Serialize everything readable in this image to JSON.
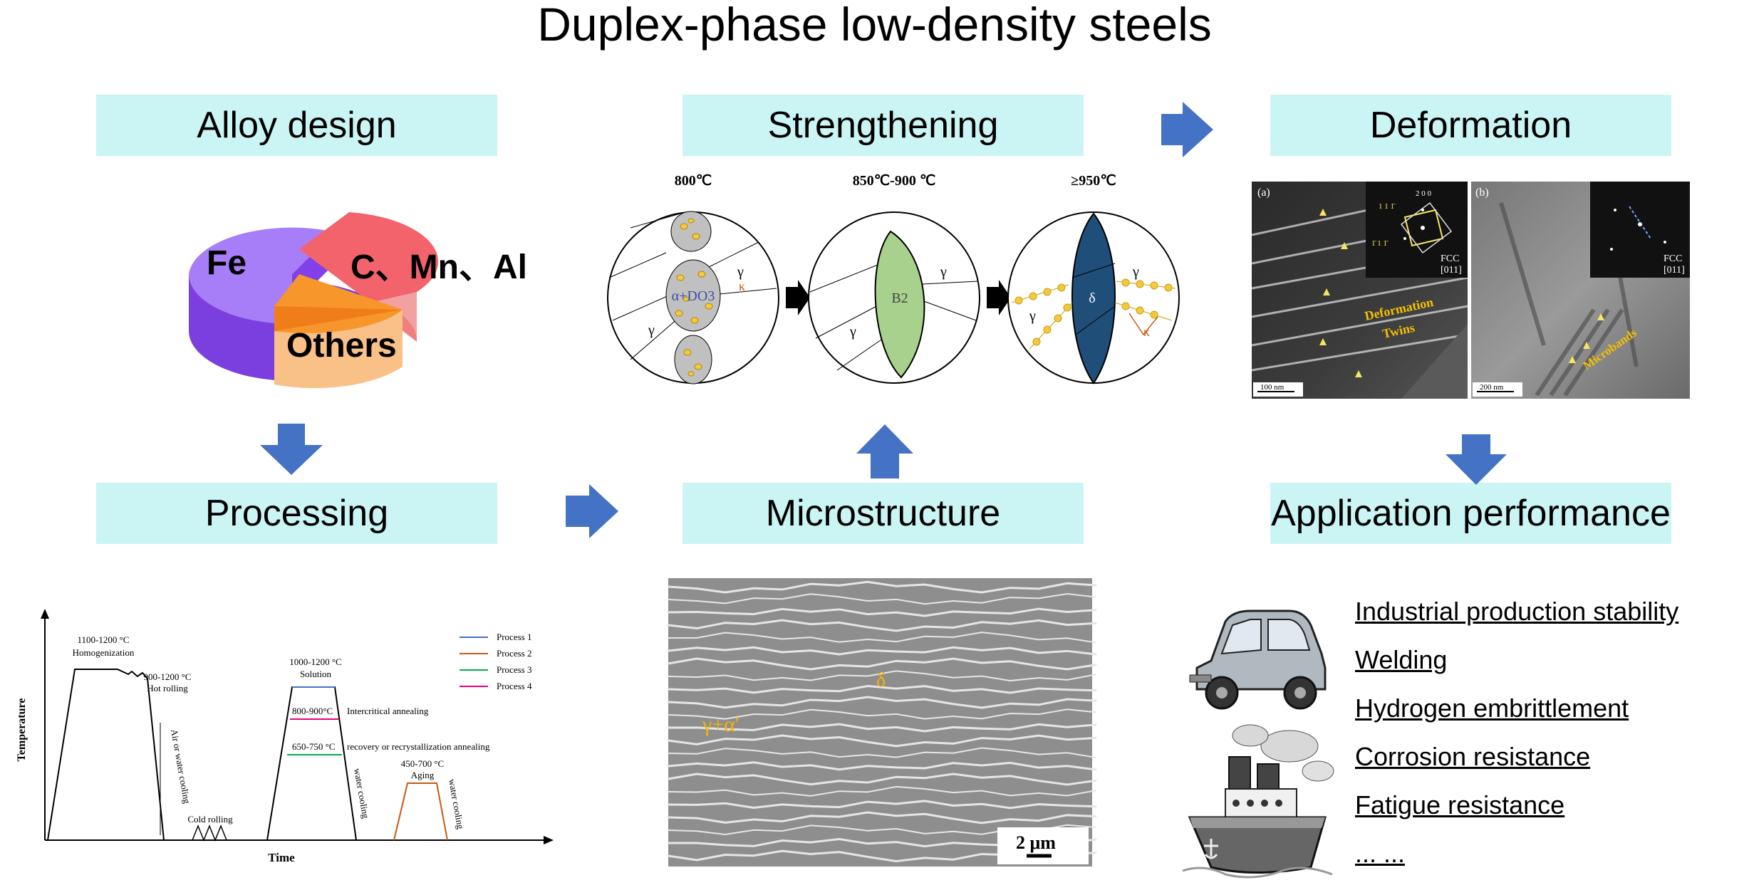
{
  "title": "Duplex-phase low-density steels",
  "sections": {
    "alloy_design": "Alloy design",
    "strengthening": "Strengthening",
    "deformation": "Deformation",
    "processing": "Processing",
    "microstructure": "Microstructure",
    "application": "Application performance"
  },
  "pie": {
    "fe": "Fe",
    "cmnal": "C、Mn、Al",
    "others": "Others"
  },
  "strengthening": {
    "t1": "800℃",
    "t2": "850℃-900 ℃",
    "t3": "≥950℃",
    "gamma": "γ",
    "alpha_do3": "α+DO3",
    "kappa": "κ",
    "b2": "B2",
    "delta": "δ"
  },
  "deformation": {
    "a": "(a)",
    "b": "(b)",
    "fcc": "FCC",
    "zone": "[011]",
    "twins1": "Deformation",
    "twins2": "Twins",
    "microbands": "Microbands",
    "scale_a": "100 nm",
    "scale_b": "200 nm",
    "spot_200": "2 0 0",
    "spot_111a": "1 1 1̄",
    "spot_111b": "1̄ 1 1̄"
  },
  "processing": {
    "ylabel": "Temperature",
    "xlabel": "Time",
    "homog1": "1100-1200 °C",
    "homog2": "Homogenization",
    "hot1": "900-1200 °C",
    "hot2": "Hot rolling",
    "aircool": "Air or water cooling",
    "cold": "Cold rolling",
    "sol1": "1000-1200 °C",
    "sol2": "Solution",
    "inter_t": "800-900°C",
    "inter": "Intercritical annealing",
    "recov_t": "650-750 °C",
    "recov": "recovery or recrystallization annealing",
    "water1": "water cooling",
    "aging1": "450-700 °C",
    "aging2": "Aging",
    "water2": "water cooling",
    "legend": [
      {
        "label": "Process 1",
        "color": "#4472c4"
      },
      {
        "label": "Process 2",
        "color": "#c55a11"
      },
      {
        "label": "Process 3",
        "color": "#00b050"
      },
      {
        "label": "Process 4",
        "color": "#e6007e"
      }
    ]
  },
  "micro": {
    "delta": "δ",
    "phases": "γ+α'",
    "scale": "2 μm"
  },
  "applications": [
    "Industrial production stability",
    "Welding",
    "Hydrogen embrittlement",
    "Corrosion resistance",
    "Fatigue resistance",
    "... ..."
  ],
  "icons": [
    "car-icon",
    "ship-icon"
  ]
}
